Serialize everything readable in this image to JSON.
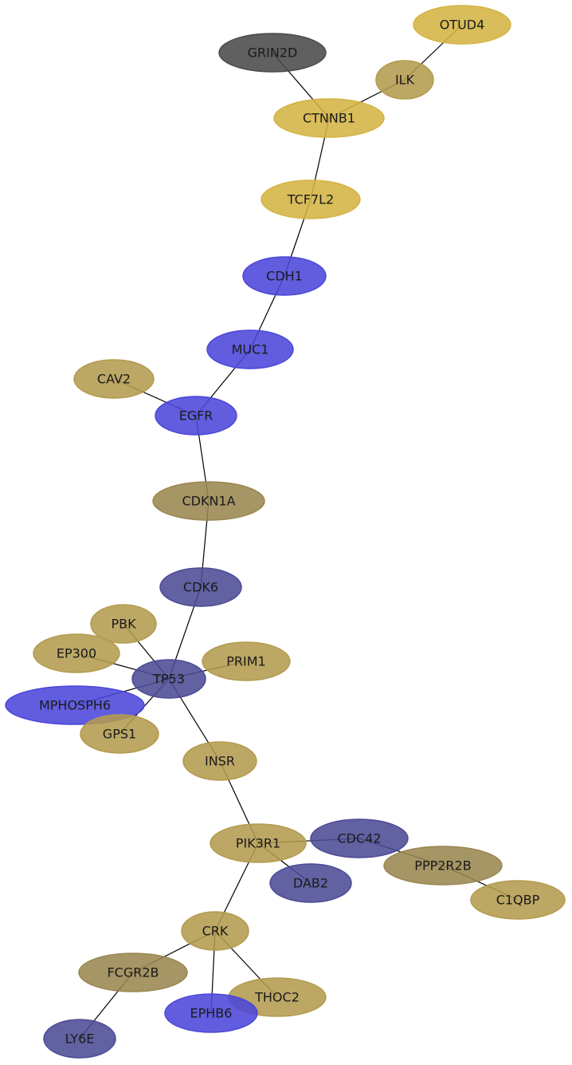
{
  "colors": {
    "gold": "#d4b443",
    "khaki": "#b39b4e",
    "olive": "#9a8650",
    "blue": "#4b47d9",
    "slate": "#4c4b95",
    "gray": "#4a4a4a"
  },
  "nodes": [
    {
      "id": "OTUD4",
      "label": "OTUD4",
      "color": "gold"
    },
    {
      "id": "GRIN2D",
      "label": "GRIN2D",
      "color": "gray"
    },
    {
      "id": "ILK",
      "label": "ILK",
      "color": "khaki"
    },
    {
      "id": "CTNNB1",
      "label": "CTNNB1",
      "color": "gold"
    },
    {
      "id": "TCF7L2",
      "label": "TCF7L2",
      "color": "gold"
    },
    {
      "id": "CDH1",
      "label": "CDH1",
      "color": "blue"
    },
    {
      "id": "MUC1",
      "label": "MUC1",
      "color": "blue"
    },
    {
      "id": "CAV2",
      "label": "CAV2",
      "color": "khaki"
    },
    {
      "id": "EGFR",
      "label": "EGFR",
      "color": "blue"
    },
    {
      "id": "CDKN1A",
      "label": "CDKN1A",
      "color": "olive"
    },
    {
      "id": "CDK6",
      "label": "CDK6",
      "color": "slate"
    },
    {
      "id": "PBK",
      "label": "PBK",
      "color": "khaki"
    },
    {
      "id": "EP300",
      "label": "EP300",
      "color": "khaki"
    },
    {
      "id": "PRIM1",
      "label": "PRIM1",
      "color": "khaki"
    },
    {
      "id": "TP53",
      "label": "TP53",
      "color": "slate"
    },
    {
      "id": "MPHOSPH6",
      "label": "MPHOSPH6",
      "color": "blue"
    },
    {
      "id": "GPS1",
      "label": "GPS1",
      "color": "khaki"
    },
    {
      "id": "INSR",
      "label": "INSR",
      "color": "khaki"
    },
    {
      "id": "PIK3R1",
      "label": "PIK3R1",
      "color": "khaki"
    },
    {
      "id": "CDC42",
      "label": "CDC42",
      "color": "slate"
    },
    {
      "id": "PPP2R2B",
      "label": "PPP2R2B",
      "color": "olive"
    },
    {
      "id": "DAB2",
      "label": "DAB2",
      "color": "slate"
    },
    {
      "id": "C1QBP",
      "label": "C1QBP",
      "color": "khaki"
    },
    {
      "id": "CRK",
      "label": "CRK",
      "color": "khaki"
    },
    {
      "id": "FCGR2B",
      "label": "FCGR2B",
      "color": "olive"
    },
    {
      "id": "THOC2",
      "label": "THOC2",
      "color": "khaki"
    },
    {
      "id": "EPHB6",
      "label": "EPHB6",
      "color": "blue"
    },
    {
      "id": "LY6E",
      "label": "LY6E",
      "color": "slate"
    }
  ],
  "edges": [
    [
      "OTUD4",
      "ILK"
    ],
    [
      "GRIN2D",
      "CTNNB1"
    ],
    [
      "ILK",
      "CTNNB1"
    ],
    [
      "CTNNB1",
      "TCF7L2"
    ],
    [
      "TCF7L2",
      "CDH1"
    ],
    [
      "CDH1",
      "MUC1"
    ],
    [
      "MUC1",
      "EGFR"
    ],
    [
      "CAV2",
      "EGFR"
    ],
    [
      "EGFR",
      "CDKN1A"
    ],
    [
      "CDKN1A",
      "CDK6"
    ],
    [
      "CDK6",
      "TP53"
    ],
    [
      "PBK",
      "TP53"
    ],
    [
      "EP300",
      "TP53"
    ],
    [
      "PRIM1",
      "TP53"
    ],
    [
      "MPHOSPH6",
      "TP53"
    ],
    [
      "GPS1",
      "TP53"
    ],
    [
      "TP53",
      "INSR"
    ],
    [
      "INSR",
      "PIK3R1"
    ],
    [
      "PIK3R1",
      "CDC42"
    ],
    [
      "PIK3R1",
      "DAB2"
    ],
    [
      "CDC42",
      "PPP2R2B"
    ],
    [
      "PPP2R2B",
      "C1QBP"
    ],
    [
      "PIK3R1",
      "CRK"
    ],
    [
      "CRK",
      "FCGR2B"
    ],
    [
      "CRK",
      "THOC2"
    ],
    [
      "CRK",
      "EPHB6"
    ],
    [
      "FCGR2B",
      "LY6E"
    ]
  ]
}
